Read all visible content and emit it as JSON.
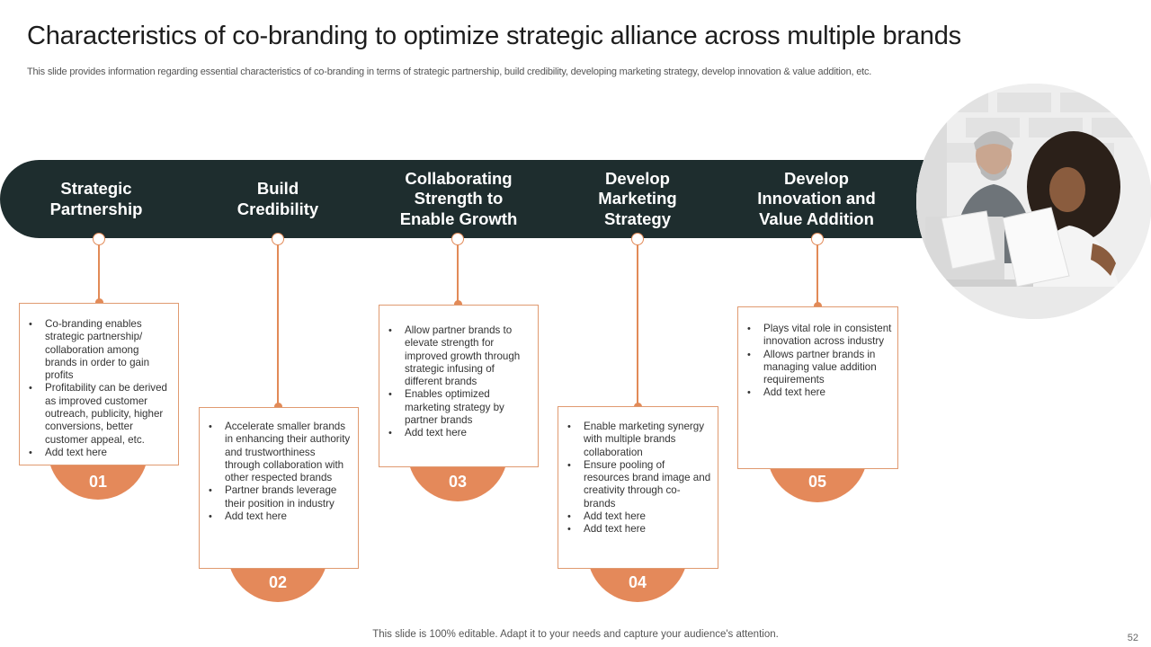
{
  "slide": {
    "title": "Characteristics of co-branding to optimize strategic alliance across multiple brands",
    "subtitle": "This slide provides information regarding essential characteristics of co-branding in terms of strategic partnership, build credibility, developing marketing strategy, develop innovation & value addition, etc.",
    "footer": "This slide is 100% editable. Adapt it to your needs and capture your audience's attention.",
    "page_number": "52"
  },
  "colors": {
    "banner": "#1e2d2e",
    "accent": "#e4895a",
    "card_border": "#e09a70"
  },
  "steps": [
    {
      "number": "01",
      "title": "Strategic\nPartnership",
      "bullets": [
        "Co-branding enables strategic partnership/ collaboration among brands in order to gain profits",
        "Profitability can be derived as improved customer outreach, publicity, higher conversions, better customer appeal, etc.",
        "Add text here"
      ]
    },
    {
      "number": "02",
      "title": "Build\nCredibility",
      "bullets": [
        "Accelerate smaller brands in enhancing their authority and trustworthiness through collaboration with other respected brands",
        "Partner brands leverage their position in industry",
        "Add text here"
      ]
    },
    {
      "number": "03",
      "title": "Collaborating\nStrength to\nEnable Growth",
      "bullets": [
        "Allow partner brands to elevate strength for improved growth through strategic infusing of different brands",
        "Enables optimized marketing strategy by partner brands",
        "Add text here"
      ]
    },
    {
      "number": "04",
      "title": "Develop\nMarketing\nStrategy",
      "bullets": [
        "Enable marketing synergy with multiple brands collaboration",
        "Ensure pooling of resources brand image and creativity through co-brands",
        "Add text here",
        "Add text here"
      ]
    },
    {
      "number": "05",
      "title": "Develop\nInnovation and\nValue Addition",
      "bullets": [
        "Plays vital role in consistent innovation across industry",
        "Allows partner brands in managing value addition requirements",
        "Add text here"
      ]
    }
  ]
}
